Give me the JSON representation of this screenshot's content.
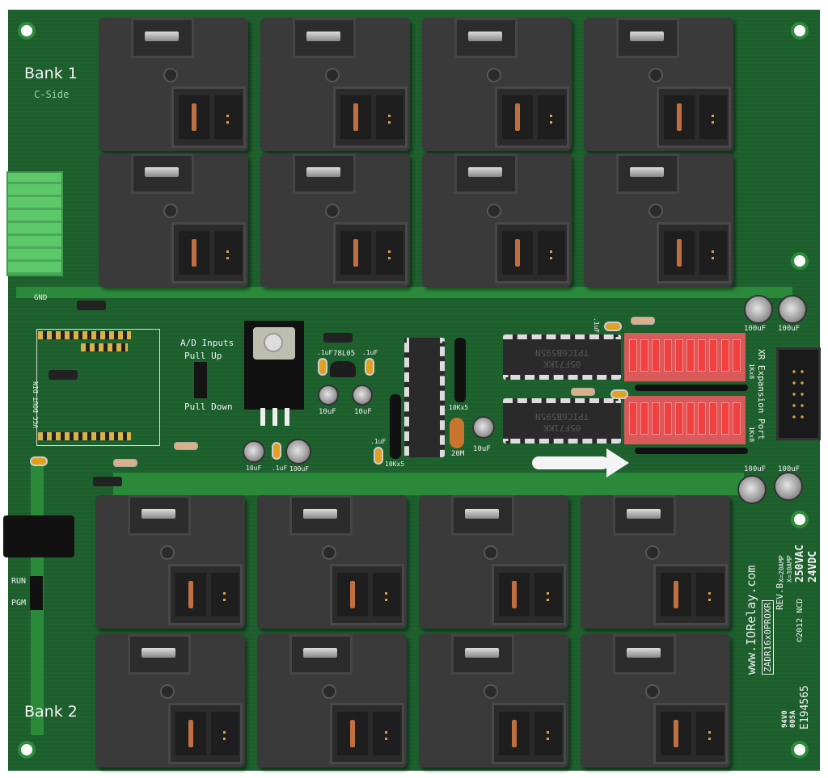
{
  "labels": {
    "bank1": "Bank 1",
    "c_side": "C-Side",
    "bank2": "Bank 2",
    "ad_inputs": "A/D Inputs",
    "pull_up": "Pull Up",
    "pull_down": "Pull Down",
    "reg": "78L05",
    "cap_01uf": ".1uF",
    "cap_10uf": "10uF",
    "cap_100uf": "100uF",
    "res_10kx5": "10Kx5",
    "res_1kx8": "1Kx8",
    "osc": "20M",
    "xr_port": "XR Expansion Port",
    "ic_part": "TPIC6B595N",
    "ic_code": "05F71KK",
    "header_pins": "VCC DOUT DIN",
    "gnd": "GND",
    "run": "RUN",
    "pgm": "PGM",
    "website": "www.IORelay.com",
    "model": "ZADR16x0PROXR",
    "rev": "REV.B",
    "rating1": "X=20AMP",
    "rating2": "X=30AMP",
    "vac": "250VAC",
    "vdc": "24VDC",
    "copyright": "©2012 NCD",
    "ul1": "94V0",
    "ul2": "005A",
    "ul_file": "E194565"
  },
  "colors": {
    "pcb": "#1c5e2c",
    "relay": "#3a3a3b",
    "led": "#f04040",
    "terminal": "#5cc86a"
  }
}
